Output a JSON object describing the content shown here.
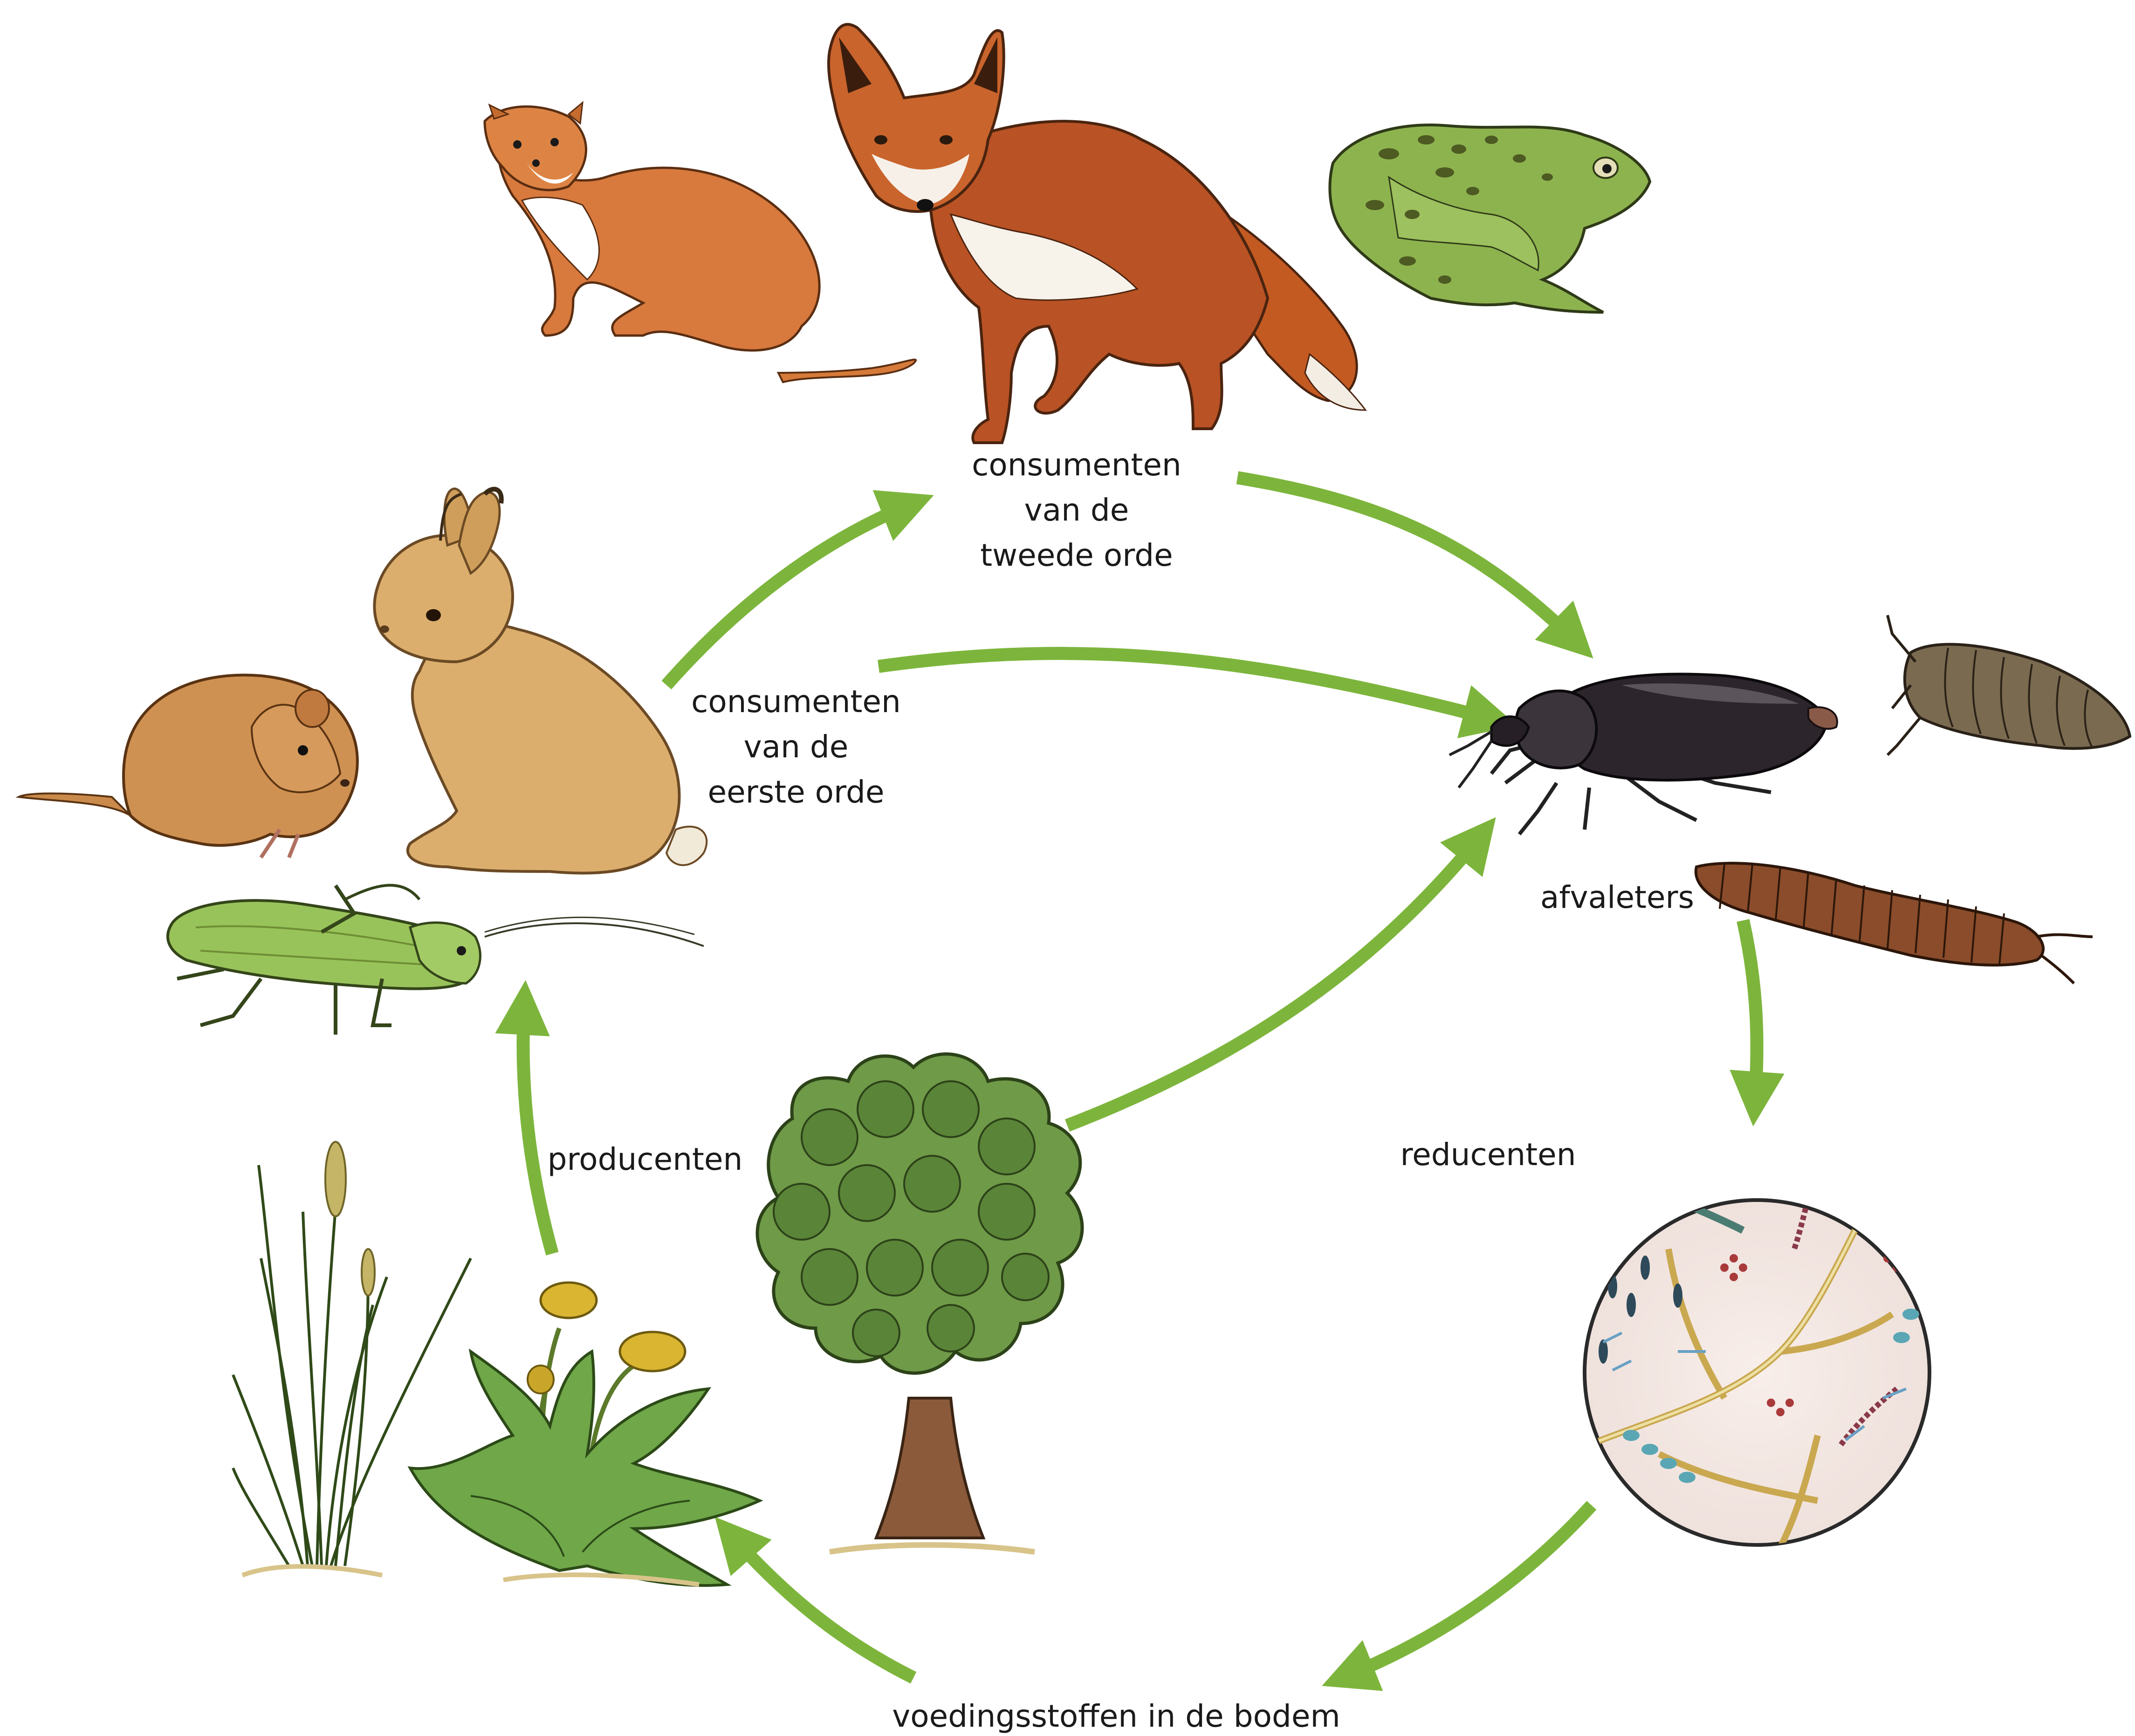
{
  "labels": {
    "second_order": [
      "consumenten",
      "van de",
      "tweede orde"
    ],
    "first_order": [
      "consumenten",
      "van de",
      "eerste orde"
    ],
    "producers": "producenten",
    "detritivores": "afvaleters",
    "decomposers": "reducenten",
    "soil_nutrients": "voedingsstoffen in de bodem"
  },
  "colors": {
    "arrow": "#7db53c"
  },
  "icons": [
    "weasel",
    "fox",
    "frog",
    "vole",
    "rabbit",
    "grasshopper",
    "grass",
    "dandelion",
    "tree",
    "beetle",
    "woodlouse",
    "millipede",
    "microorganisms-circle"
  ]
}
